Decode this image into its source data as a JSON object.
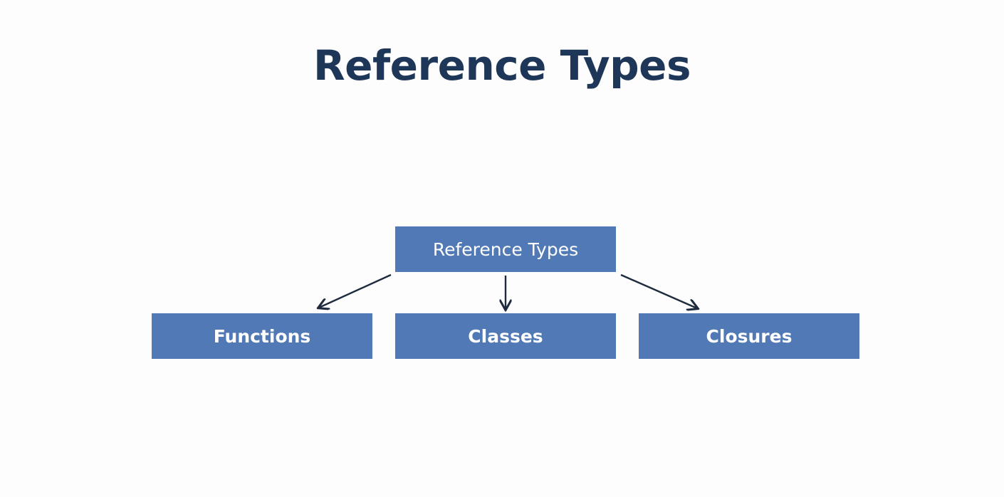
{
  "slide": {
    "title": "Reference Types"
  },
  "diagram": {
    "root": {
      "label": "Reference Types"
    },
    "children": [
      {
        "label": "Functions"
      },
      {
        "label": "Classes"
      },
      {
        "label": "Closures"
      }
    ]
  },
  "colors": {
    "title": "#1e3759",
    "node_fill": "#5079b5",
    "node_text": "#ffffff",
    "arrow": "#1e2a3d",
    "background": "#fdfdfd"
  }
}
